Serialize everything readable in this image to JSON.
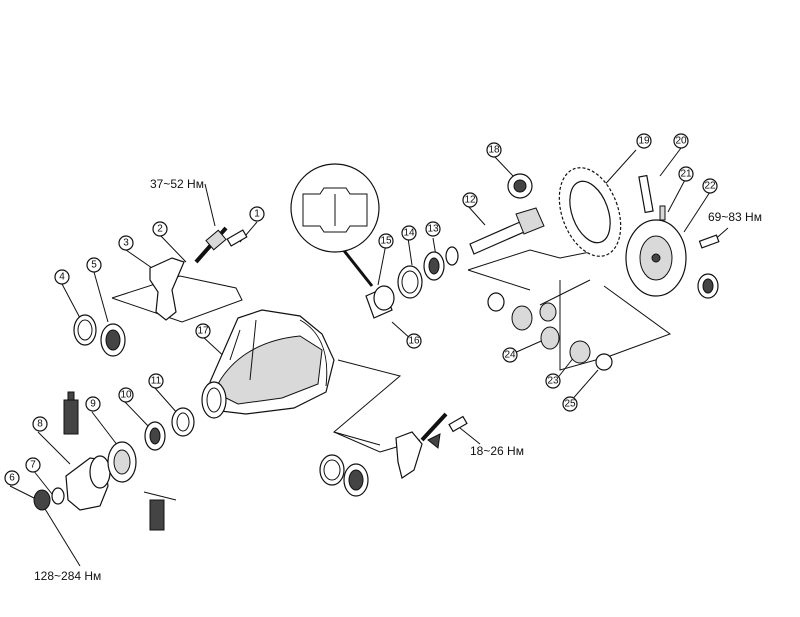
{
  "torque_labels": {
    "t_37_52": "37~52 Нм",
    "t_69_83": "69~83 Нм",
    "t_18_26": "18~26 Нм",
    "t_128_284": "128~284 Нм"
  },
  "callouts": [
    "1",
    "2",
    "3",
    "4",
    "5",
    "6",
    "7",
    "8",
    "9",
    "10",
    "11",
    "12",
    "13",
    "14",
    "15",
    "16",
    "17",
    "18",
    "19",
    "20",
    "21",
    "22",
    "23",
    "24",
    "25"
  ],
  "colors": {
    "line": "#111111",
    "background": "#ffffff"
  }
}
